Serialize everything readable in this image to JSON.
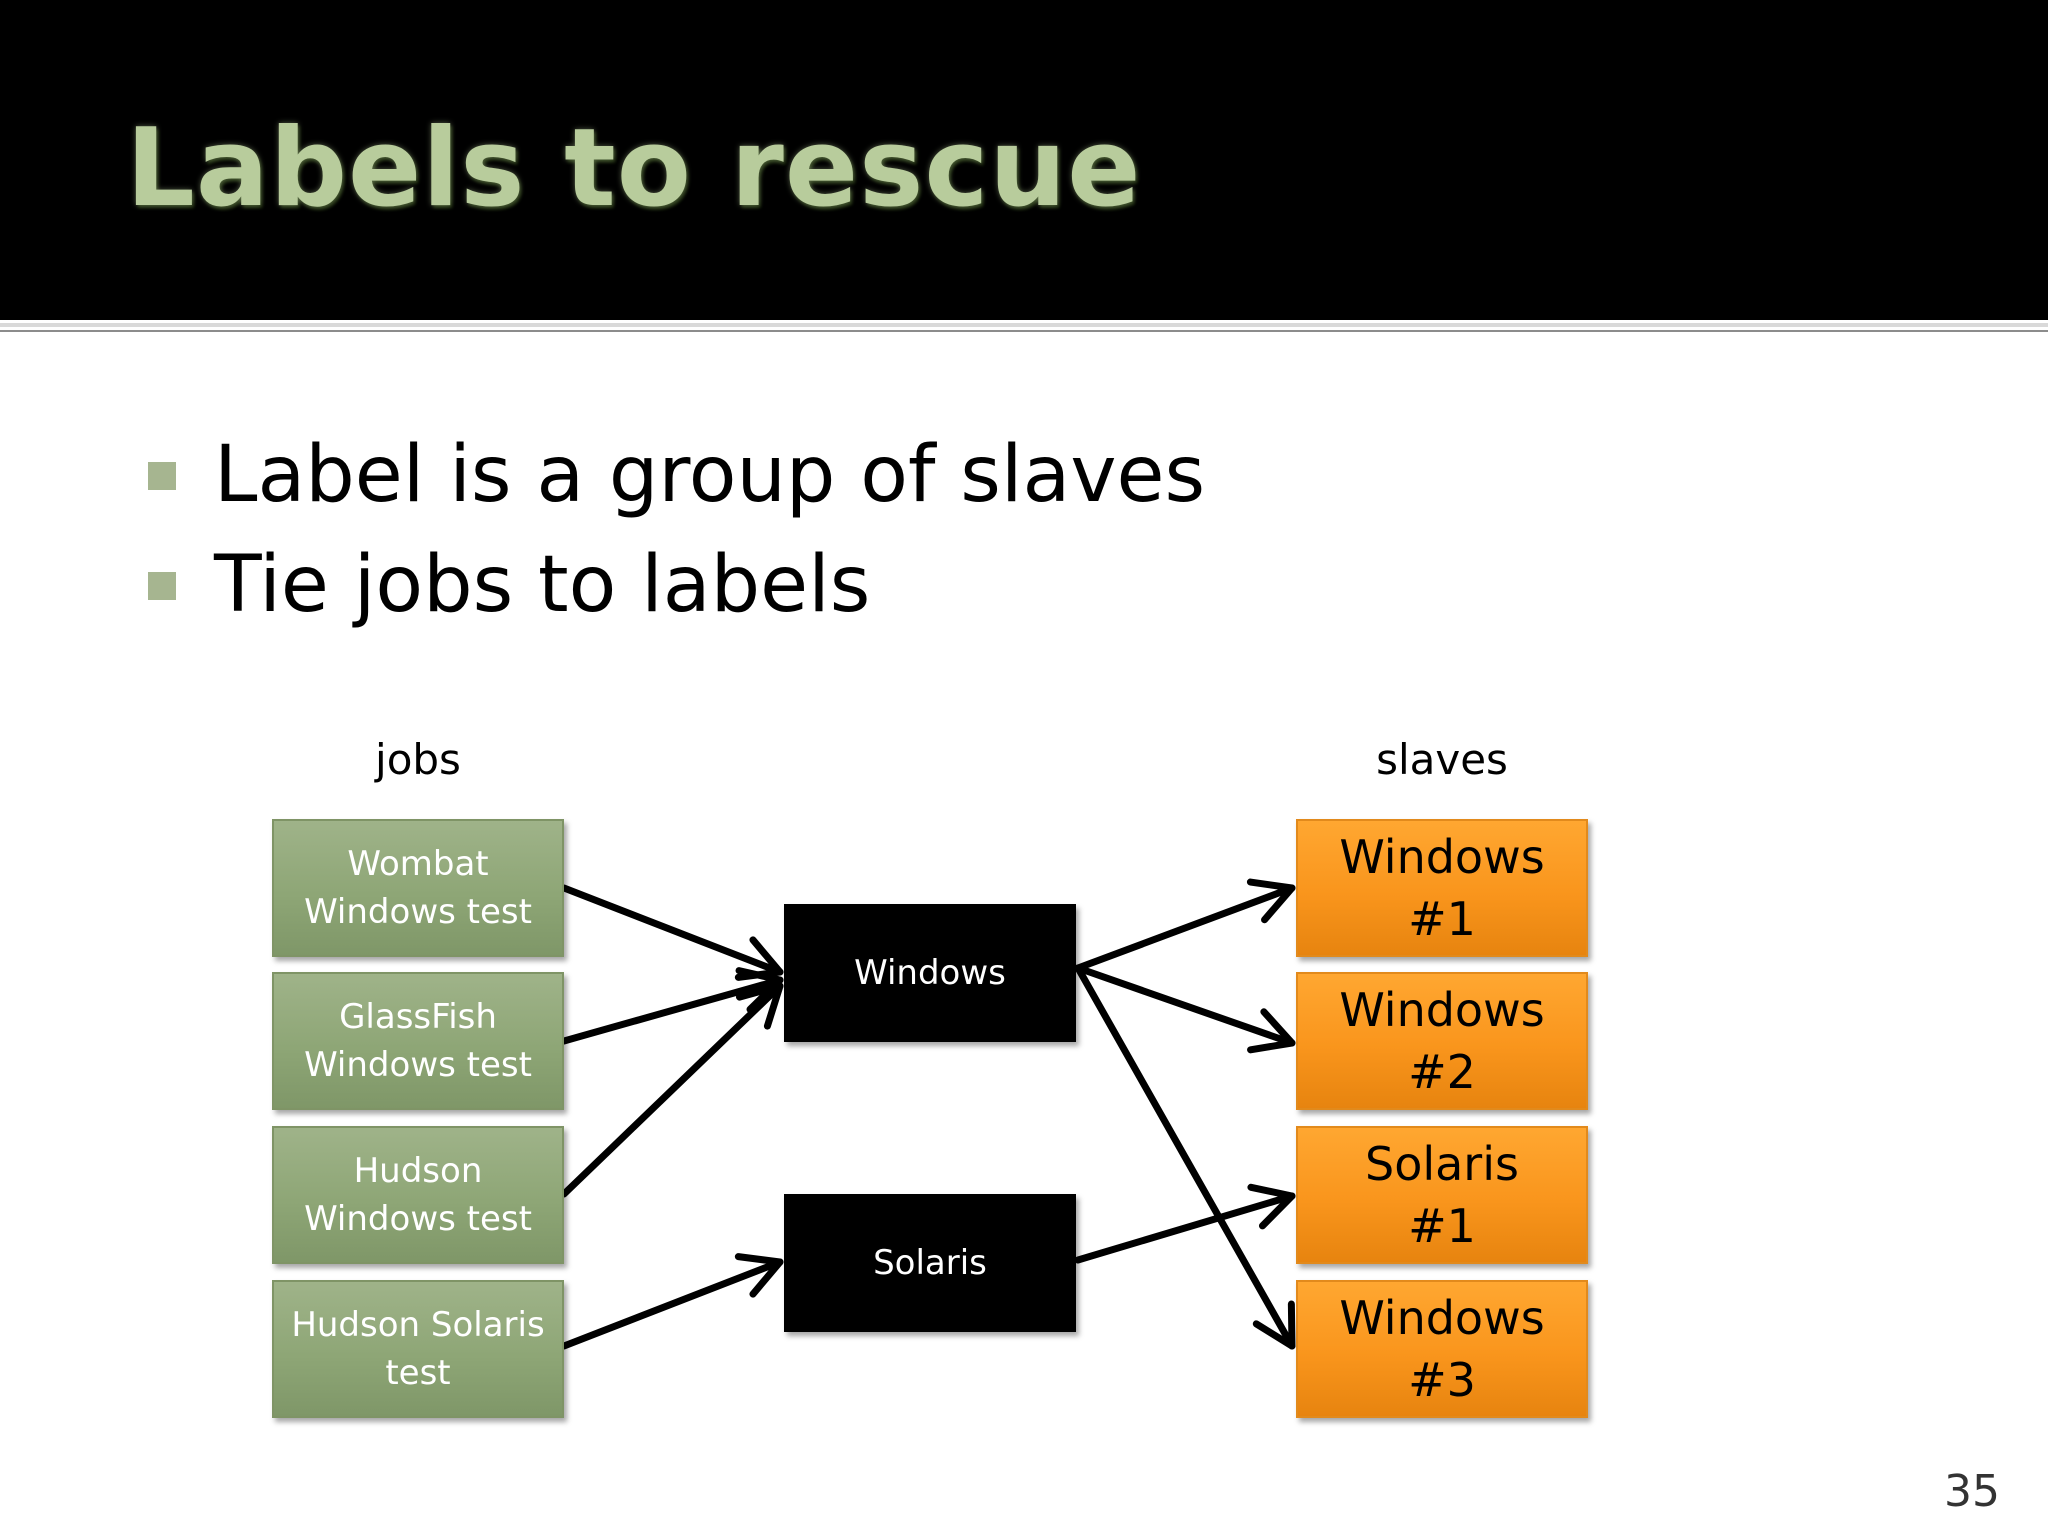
{
  "slide": {
    "title": "Labels to rescue",
    "bullets": [
      "Label is a group of slaves",
      "Tie jobs to labels"
    ],
    "page_number": "35"
  },
  "diagram": {
    "jobs_label": "jobs",
    "slaves_label": "slaves",
    "jobs": [
      "Wombat\nWindows test",
      "GlassFish\nWindows test",
      "Hudson\nWindows test",
      "Hudson Solaris\ntest"
    ],
    "labels": [
      "Windows",
      "Solaris"
    ],
    "slaves": [
      "Windows\n#1",
      "Windows\n#2",
      "Solaris\n#1",
      "Windows\n#3"
    ],
    "job_edges": [
      [
        0,
        0
      ],
      [
        1,
        0
      ],
      [
        2,
        0
      ],
      [
        3,
        1
      ]
    ],
    "slave_edges": [
      [
        0,
        0
      ],
      [
        0,
        1
      ],
      [
        0,
        3
      ],
      [
        1,
        2
      ]
    ],
    "colors": {
      "job_fill": "#8ea676",
      "label_fill": "#000000",
      "slave_fill": "#f9951c",
      "title_color": "#b8cc9c",
      "bullet_color": "#a6b590"
    }
  }
}
